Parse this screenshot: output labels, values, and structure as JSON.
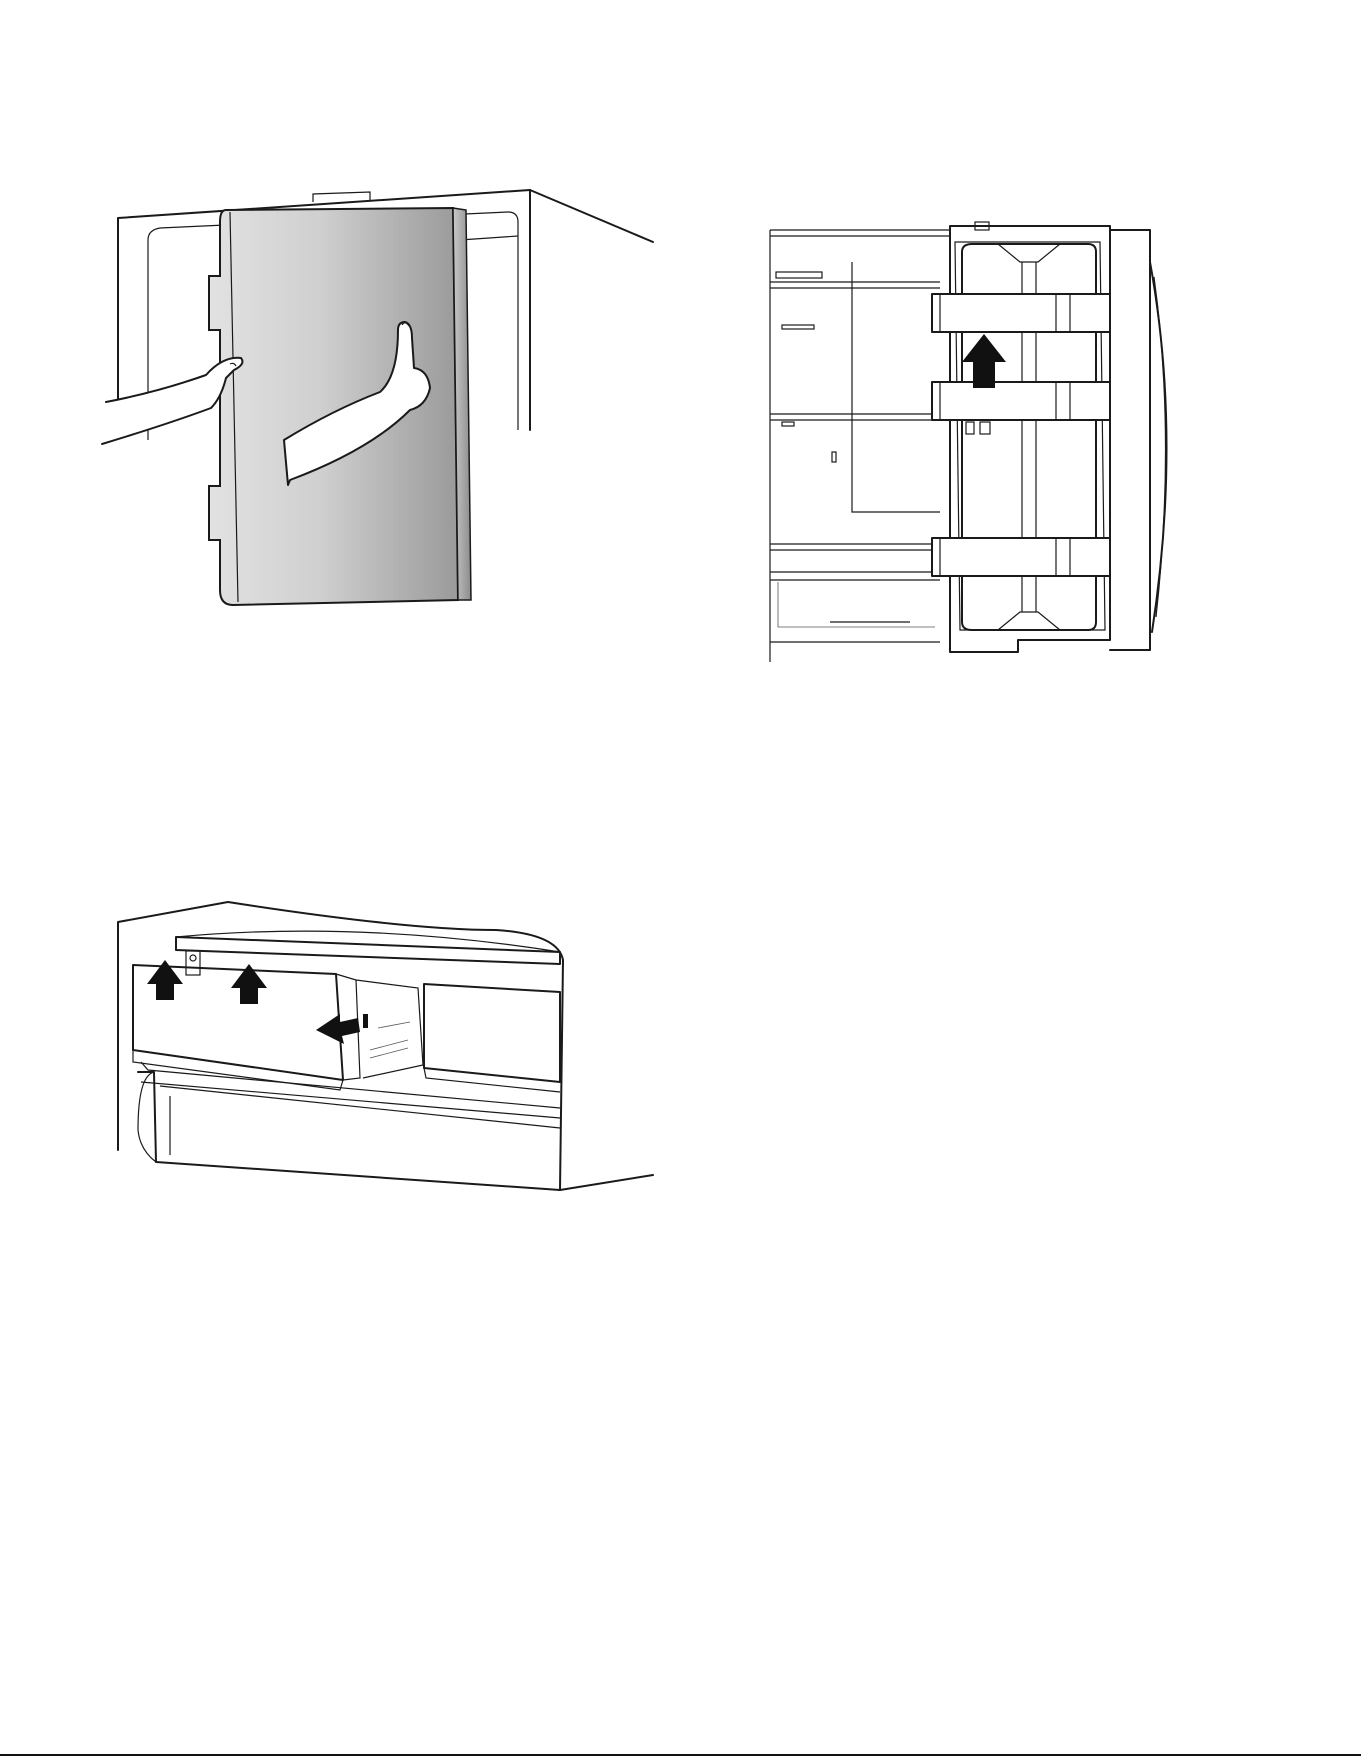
{
  "page": {
    "figures": [
      {
        "id": "door-removal",
        "icon": "hands-lifting-door-illustration"
      },
      {
        "id": "door-bin-removal",
        "icon": "door-bin-lift-arrow-illustration"
      },
      {
        "id": "drawer-removal",
        "icon": "crisper-drawer-lift-arrows-illustration"
      }
    ],
    "colors": {
      "line": "#1a1a1a",
      "arrow": "#111111",
      "door_gradient_light": "#ececec",
      "door_gradient_dark": "#9a9a9a"
    }
  }
}
